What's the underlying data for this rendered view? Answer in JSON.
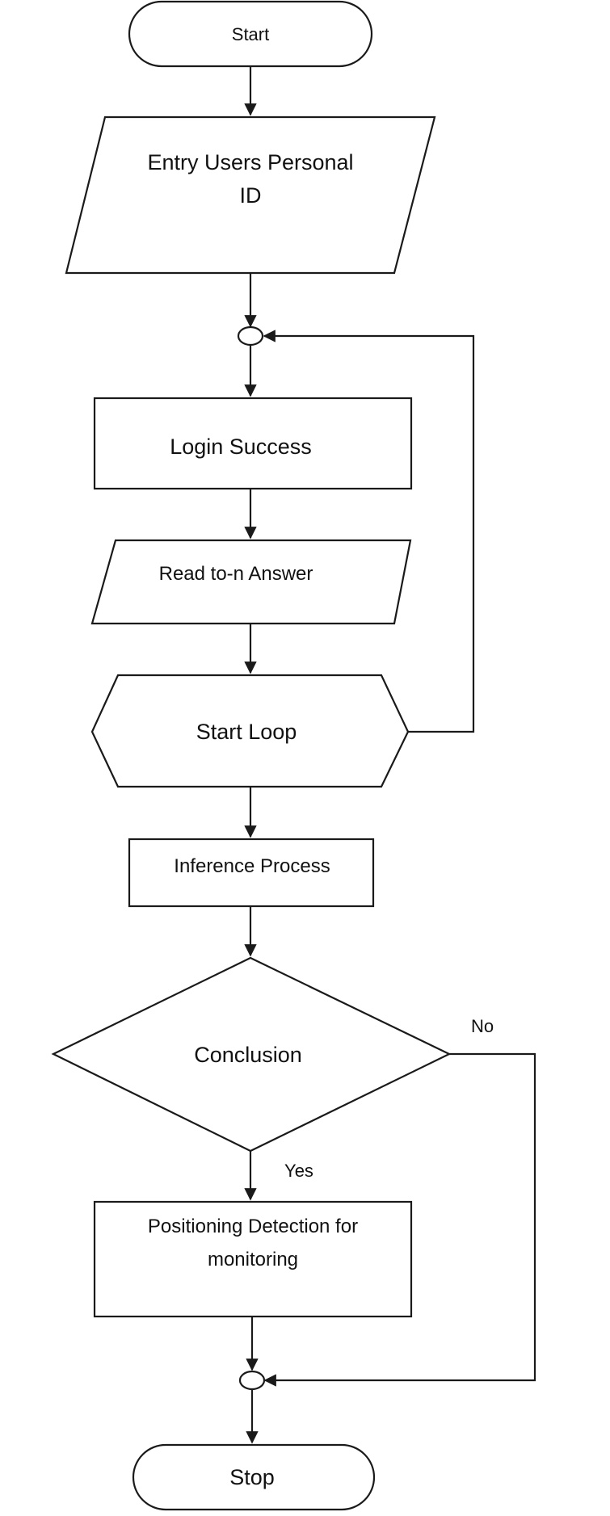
{
  "diagram": {
    "start": "Start",
    "entry_line1": "Entry Users Personal",
    "entry_line2": "ID",
    "login": "Login Success",
    "read_answer": "Read to-n Answer",
    "start_loop": "Start Loop",
    "inference": "Inference Process",
    "conclusion": "Conclusion",
    "no_label": "No",
    "yes_label": "Yes",
    "positioning_line1": "Positioning Detection for",
    "positioning_line2": "monitoring",
    "stop": "Stop"
  },
  "colors": {
    "stroke": "#1a1a1a",
    "text": "#111111",
    "background": "#ffffff"
  }
}
